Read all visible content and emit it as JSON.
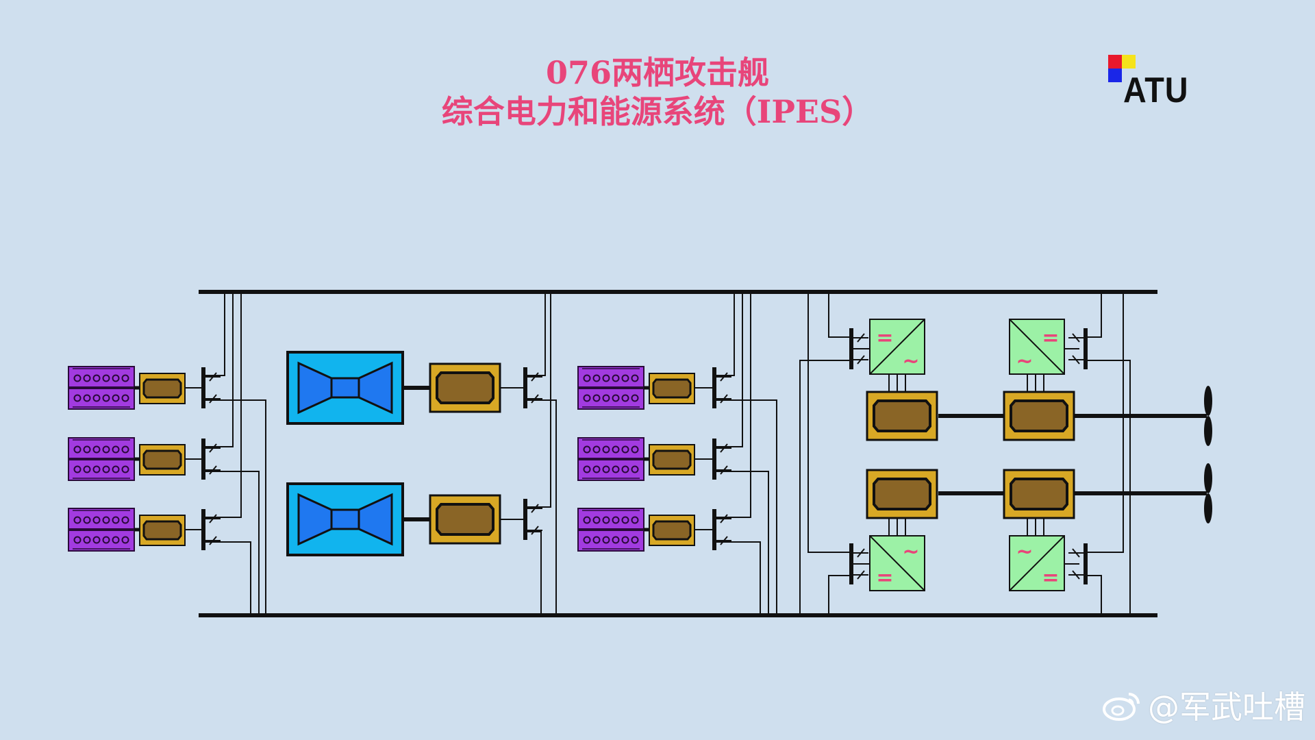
{
  "title": {
    "line1": "076两栖攻击舰",
    "line2": "综合电力和能源系统（IPES）"
  },
  "logo": {
    "text": "ATU",
    "squares": [
      "#e8182c",
      "#f5e31b",
      "#1a26e8"
    ]
  },
  "watermark": {
    "text": "@军武吐槽",
    "icon": "weibo-icon"
  },
  "colors": {
    "background": "#cfdfee",
    "bus": "#111111",
    "diesel_engine": "#a23be0",
    "generator_fill": "#8a6526",
    "generator_frame": "#d8a825",
    "gas_turbine_box": "#11b4ee",
    "gas_turbine_shape": "#1f78f0",
    "converter": "#9cf1a6",
    "converter_symbol": "#e8457a",
    "title": "#e8457a"
  },
  "converter_symbols": {
    "dc": "=",
    "ac": "~"
  }
}
